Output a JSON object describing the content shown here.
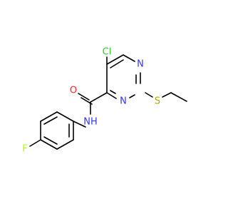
{
  "diagram": {
    "type": "chemical-structure",
    "background": "#ffffff",
    "bond_color": "#000000",
    "atoms": [
      {
        "id": "cl",
        "label": "Cl",
        "color": "#33cc33"
      },
      {
        "id": "n1",
        "label": "N",
        "color": "#3333ff"
      },
      {
        "id": "n3",
        "label": "N",
        "color": "#3333ff"
      },
      {
        "id": "o",
        "label": "O",
        "color": "#ff2a2a"
      },
      {
        "id": "nh",
        "label": "NH",
        "color": "#3333ff"
      },
      {
        "id": "s",
        "label": "S",
        "color": "#b5a600"
      },
      {
        "id": "f",
        "label": "F",
        "color": "#b3ff00"
      }
    ]
  }
}
